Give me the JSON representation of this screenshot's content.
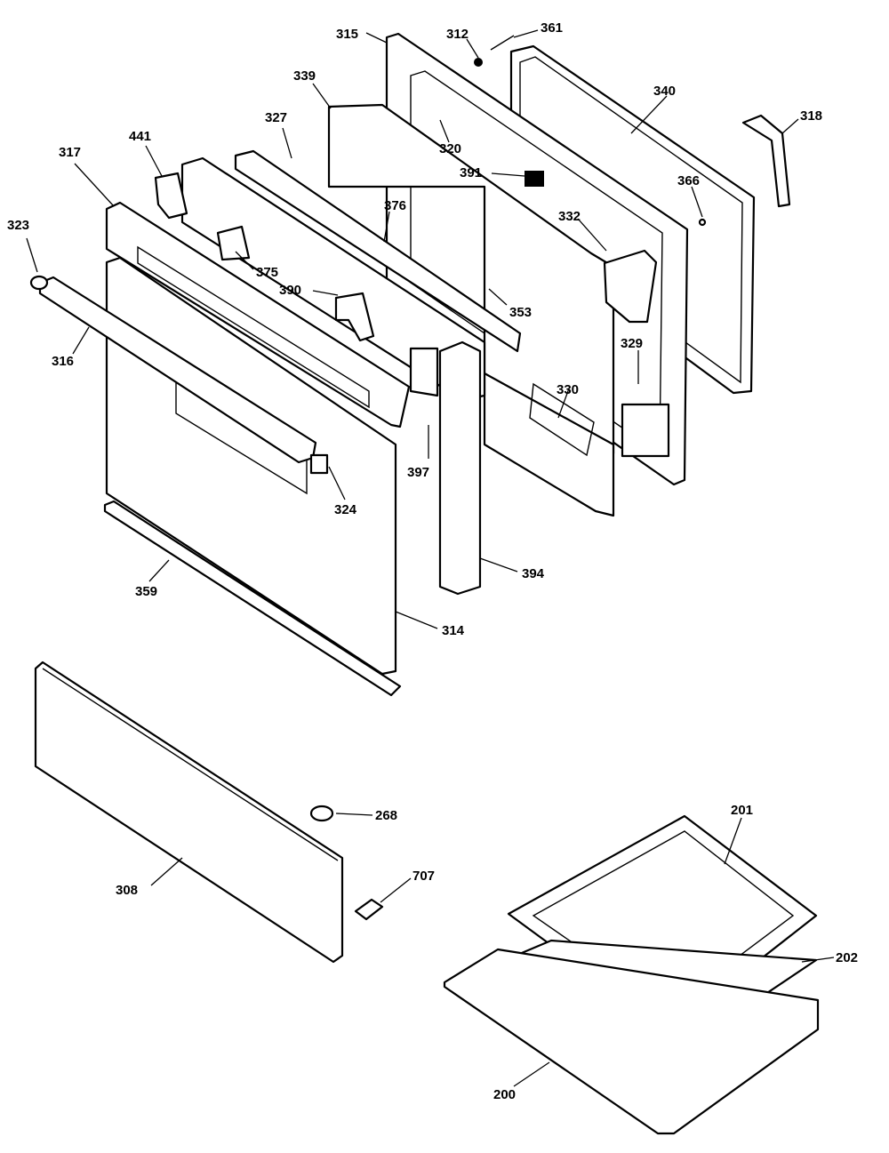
{
  "labels": {
    "p315": "315",
    "p312": "312",
    "p361": "361",
    "p339": "339",
    "p340": "340",
    "p327": "327",
    "p320": "320",
    "p318": "318",
    "p317": "317",
    "p441": "441",
    "p391": "391",
    "p366": "366",
    "p376": "376",
    "p323": "323",
    "p332": "332",
    "p375": "375",
    "p390": "390",
    "p353": "353",
    "p316": "316",
    "p329": "329",
    "p330": "330",
    "p397": "397",
    "p324": "324",
    "p359": "359",
    "p394": "394",
    "p314": "314",
    "p268": "268",
    "p707": "707",
    "p308": "308",
    "p201": "201",
    "p202": "202",
    "p200": "200"
  }
}
